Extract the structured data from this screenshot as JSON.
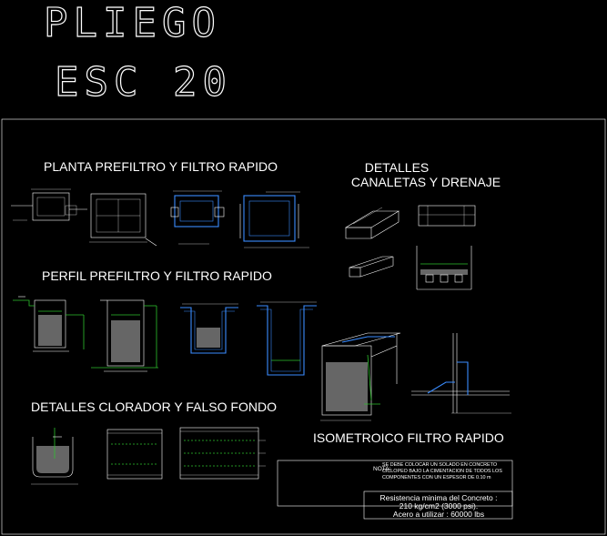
{
  "sheet_title": {
    "line1": "PLIEGO",
    "line2": "ESC 20"
  },
  "sections": {
    "planta": "PLANTA PREFILTRO Y FILTRO RAPIDO",
    "perfil": "PERFIL PREFILTRO Y FILTRO RAPIDO",
    "detalles_canaletas_1": "DETALLES",
    "detalles_canaletas_2": "CANALETAS Y DRENAJE",
    "clorador": "DETALLES CLORADOR Y FALSO FONDO",
    "isometrico": "ISOMETROICO FILTRO RAPIDO"
  },
  "note": {
    "label": "NOTA:",
    "text": "SE DEBE COLOCAR UN SOLADO EN CONCRETO CICLOPEO BAJO LA CIMENTACION DE TODOS LOS COMPONENTES CON UN ESPESOR DE 0.10 m"
  },
  "resistance": {
    "line1": "Resistencia minima del Concreto :",
    "line2": "210 kg/cm2 (3000 psi).",
    "line3": "Acero a utilizar : 60000 lbs"
  },
  "colors": {
    "background": "#000000",
    "lines": "#ffffff",
    "pipes": "#3a8cff",
    "water": "#2ec22e",
    "fill": "#666666"
  }
}
